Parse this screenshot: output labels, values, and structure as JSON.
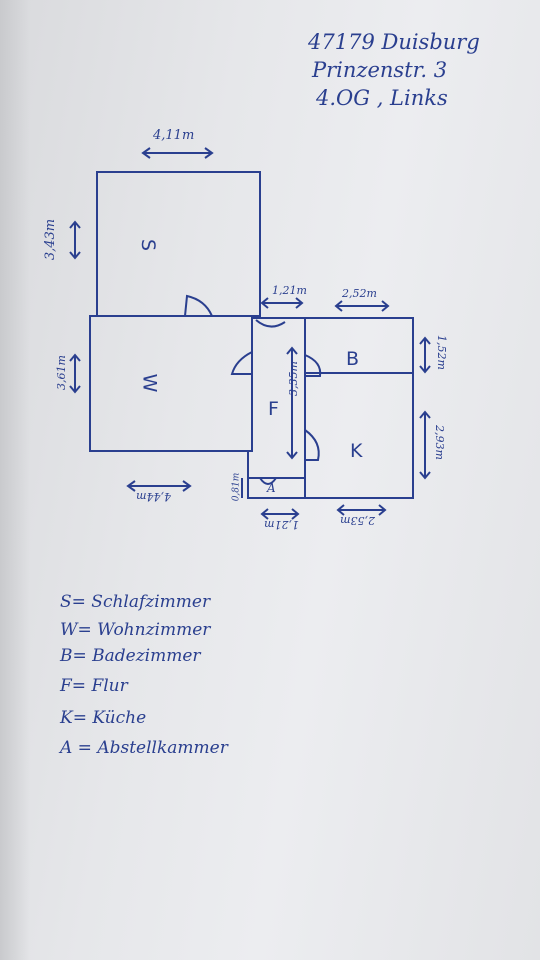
{
  "address": {
    "line1": "47179 Duisburg",
    "line2": "Prinzenstr. 3",
    "line3": "4.OG , Links"
  },
  "rooms": {
    "S": "S",
    "W": "W",
    "B": "B",
    "F": "F",
    "K": "K",
    "A": "A"
  },
  "measurements": {
    "s_width": "4,11m",
    "s_height": "3,43m",
    "w_height": "3,61m",
    "w_width": "4,44m",
    "f_length": "3,35m",
    "f_width_top": "1,21m",
    "f_width_bottom": "1,21m",
    "a_height": "0,81m",
    "b_width": "2,52m",
    "b_height": "1,52m",
    "k_height": "2,93m",
    "k_width": "2,53m"
  },
  "legend": [
    "S= Schlafzimmer",
    "W= Wohnzimmer",
    "B= Badezimmer",
    "F= Flur",
    "K= Küche",
    "A = Abstellkammer"
  ],
  "colors": {
    "ink": "#2a3f8f",
    "paper": "#e6e7ea"
  }
}
